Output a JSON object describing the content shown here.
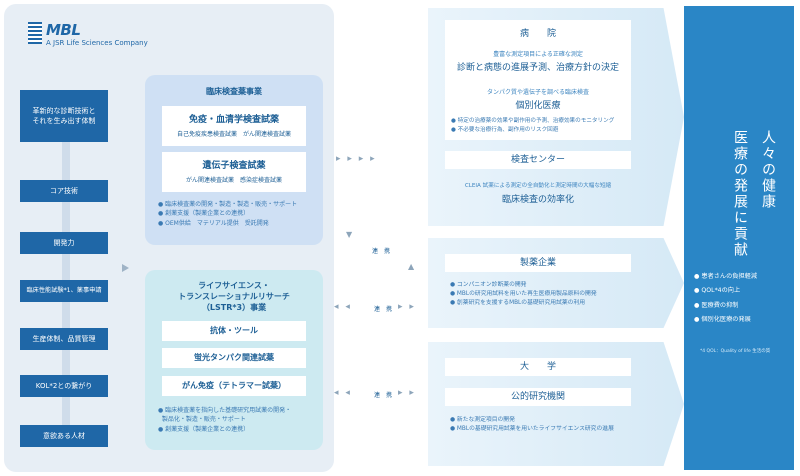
{
  "logo": {
    "name": "MBL",
    "subtitle": "A JSR Life Sciences Company"
  },
  "left_column": [
    {
      "label": "革新的な診断技術と\nそれを生み出す体制"
    },
    {
      "label": "コア技術"
    },
    {
      "label": "開発力"
    },
    {
      "label": "臨床性能試験*1、薬事申請"
    },
    {
      "label": "生産体制、品質管理"
    },
    {
      "label": "KOL*2との繋がり"
    },
    {
      "label": "意欲ある人材"
    }
  ],
  "clinical_business": {
    "title": "臨床検査薬事業",
    "card1": {
      "title": "免疫・血清学検査試薬",
      "subtitle": "自己免疫疾患検査試薬　がん関連検査試薬"
    },
    "card2": {
      "title": "遺伝子検査試薬",
      "subtitle": "がん関連検査試薬　感染症検査試薬"
    },
    "notes": [
      "臨床検査薬の開発・製造・製造・販売・サポート",
      "創薬支援（製薬企業との連携）",
      "OEM供給　マテリアル提供　受託開発"
    ]
  },
  "lstr_business": {
    "title": "ライフサイエンス・\nトランスレーショナルリサーチ\n（LSTR*3）事業",
    "cards": [
      "抗体・ツール",
      "蛍光タンパク関連試薬",
      "がん免疫（テトラマー試薬）"
    ],
    "notes": [
      "臨床検査薬を指向した基礎研究用試薬の開発・",
      "製品化・製造・販売・サポート",
      "創薬支援（製薬企業との連携）"
    ]
  },
  "connector_label": "連　携",
  "hospital": {
    "title": "病　　院",
    "small1": "豊富な測定項目による正確な測定",
    "big1": "診断と病態の進展予測、治療方針の決定",
    "small2": "タンパク質や遺伝子を調べる臨床検査",
    "big2": "個別化医療",
    "notes": [
      "特定の治療薬の効果や副作用の予測、治療効果のモニタリング",
      "不必要な治療行為、副作用のリスク回避"
    ],
    "center_title": "検査センター",
    "center_small": "CLEIA 試薬による測定の全自動化と測定時間の大幅な短縮",
    "center_big": "臨床検査の効率化"
  },
  "pharma": {
    "title": "製薬企業",
    "notes": [
      "コンパニオン診断薬の開発",
      "MBLの研究用試料を用いた再生医療用製品原料の開発",
      "創薬研究を支援するMBLの基礎研究用試薬の利用"
    ]
  },
  "university": {
    "title": "大　　学",
    "card_title": "公的研究機関",
    "notes": [
      "新たな測定項目の開発",
      "MBLの基礎研究用試薬を用いたライフサイエンス研究の進展"
    ]
  },
  "contribution": {
    "col1": "人々の健康",
    "col2": "医療の発展に貢献",
    "items": [
      "患者さんの負担軽減",
      "QOL*4の向上",
      "医療費の抑制",
      "個別化医療の発展"
    ],
    "footnote": "*4 QOL：Quality of life 生活の質"
  }
}
